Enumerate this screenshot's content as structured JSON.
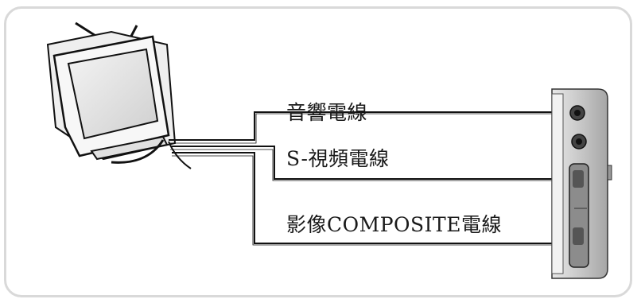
{
  "diagram": {
    "labels": {
      "audio_cable": "音響電線",
      "svideo_cable": "S-視頻電線",
      "composite_cable": "影像COMPOSITE電線"
    },
    "colors": {
      "line": "#111111",
      "panel_border": "#d9d9d9"
    }
  }
}
